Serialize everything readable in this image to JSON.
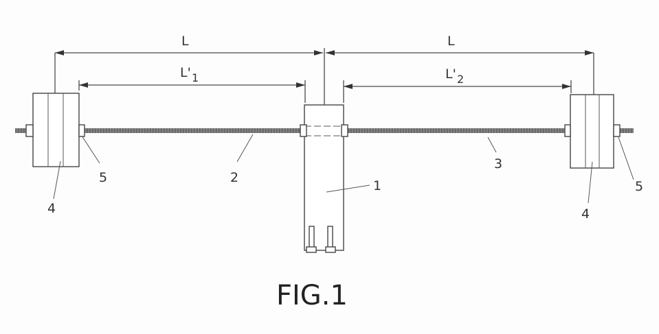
{
  "figure": {
    "caption": "FIG.1",
    "dimensions": {
      "left_total": "L",
      "right_total": "L",
      "left_inner": {
        "main": "L'",
        "sub": "1"
      },
      "right_inner": {
        "main": "L'",
        "sub": "2"
      }
    },
    "reference_numerals": {
      "central_body": "1",
      "left_rod": "2",
      "right_rod": "3",
      "left_weight": "4",
      "right_weight": "4",
      "left_nut": "5",
      "right_nut": "5"
    }
  }
}
